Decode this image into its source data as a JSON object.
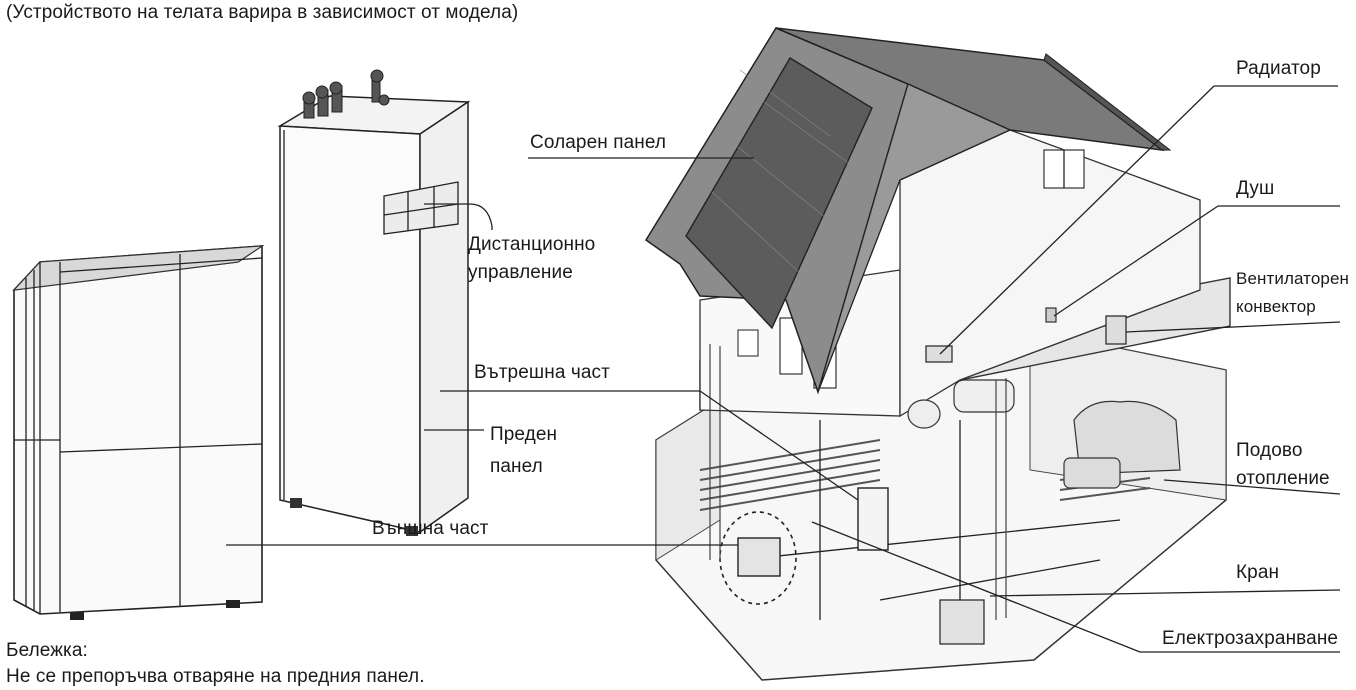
{
  "header": {
    "caption": "(Устройството на телата варира в зависимост от модела)"
  },
  "labels": {
    "solar_panel": "Соларен панел",
    "remote_control_line1": "Дистанционно",
    "remote_control_line2": "управление",
    "indoor_unit": "Вътрешна част",
    "front_panel_line1": "Преден",
    "front_panel_line2": "панел",
    "outdoor_unit": "Външна част",
    "radiator": "Радиатор",
    "shower": "Душ",
    "fan_coil_line1": "Вентилаторен",
    "fan_coil_line2": "конвектор",
    "floor_heating_line1": "Подово",
    "floor_heating_line2": "отопление",
    "faucet": "Кран",
    "power_supply": "Електрозахранване"
  },
  "note": {
    "title": "Бележка:",
    "text": "Не се препоръчва отваряне на предния панел."
  }
}
